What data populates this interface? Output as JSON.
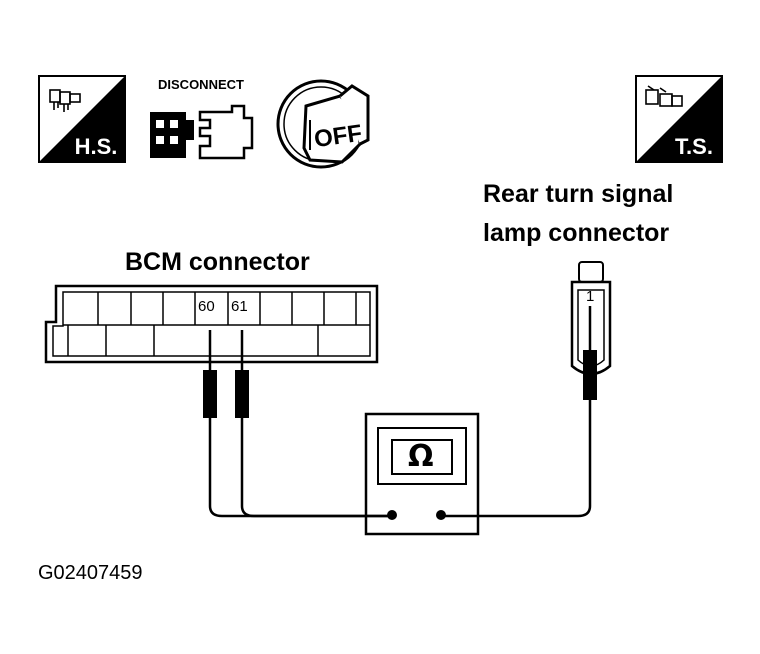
{
  "icons": {
    "hs": {
      "label": "H.S.",
      "icon": "harness-side-icon"
    },
    "disconnect": {
      "label": "DISCONNECT",
      "icon": "disconnect-connector-icon"
    },
    "ignition": {
      "label": "OFF",
      "icon": "ignition-key-off-icon"
    },
    "ts": {
      "label": "T.S.",
      "icon": "terminal-side-icon"
    }
  },
  "bcm_connector": {
    "label": "BCM connector",
    "pins": [
      "60",
      "61"
    ]
  },
  "rear_lamp_connector": {
    "label_line1": "Rear turn signal",
    "label_line2": "lamp connector",
    "pin": "1"
  },
  "meter": {
    "symbol": "Ω",
    "icon": "ohmmeter-icon"
  },
  "figure_code": "G02407459"
}
